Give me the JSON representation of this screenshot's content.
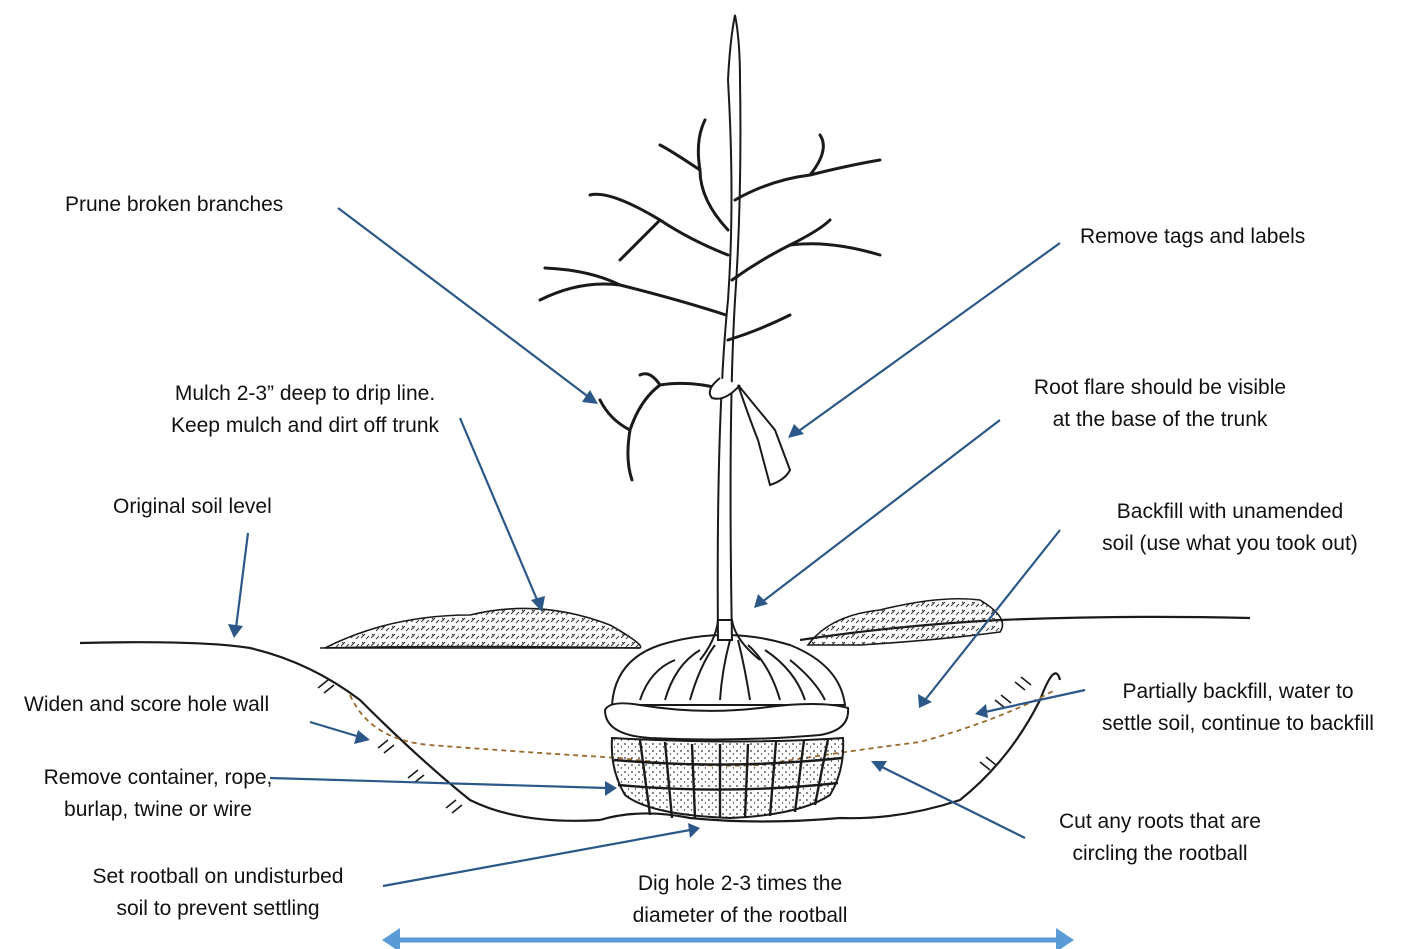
{
  "diagram": {
    "colors": {
      "arrow": "#2b5888",
      "dimension_arrow": "#5b9bd5",
      "ink": "#1a1a1a",
      "backfill_line": "#9a6a2a"
    },
    "labels": {
      "prune": "Prune broken branches",
      "tags": "Remove tags and labels",
      "mulch_line1": "Mulch 2-3” deep to drip line.",
      "mulch_line2": "Keep mulch and dirt off trunk",
      "root_flare_line1": "Root flare should be visible",
      "root_flare_line2": "at the base of the trunk",
      "original_soil": "Original soil level",
      "backfill_line1": "Backfill with unamended",
      "backfill_line2": "soil (use what you took out)",
      "widen": "Widen and score hole wall",
      "partial_line1": "Partially backfill, water to",
      "partial_line2": "settle soil, continue to backfill",
      "remove_container_line1": "Remove container, rope,",
      "remove_container_line2": "burlap, twine or wire",
      "cut_roots_line1": "Cut any roots that are",
      "cut_roots_line2": "circling the rootball",
      "set_rootball_line1": "Set rootball on undisturbed",
      "set_rootball_line2": "soil to prevent settling",
      "dig_hole_line1": "Dig hole 2-3 times the",
      "dig_hole_line2": "diameter of the rootball"
    }
  }
}
